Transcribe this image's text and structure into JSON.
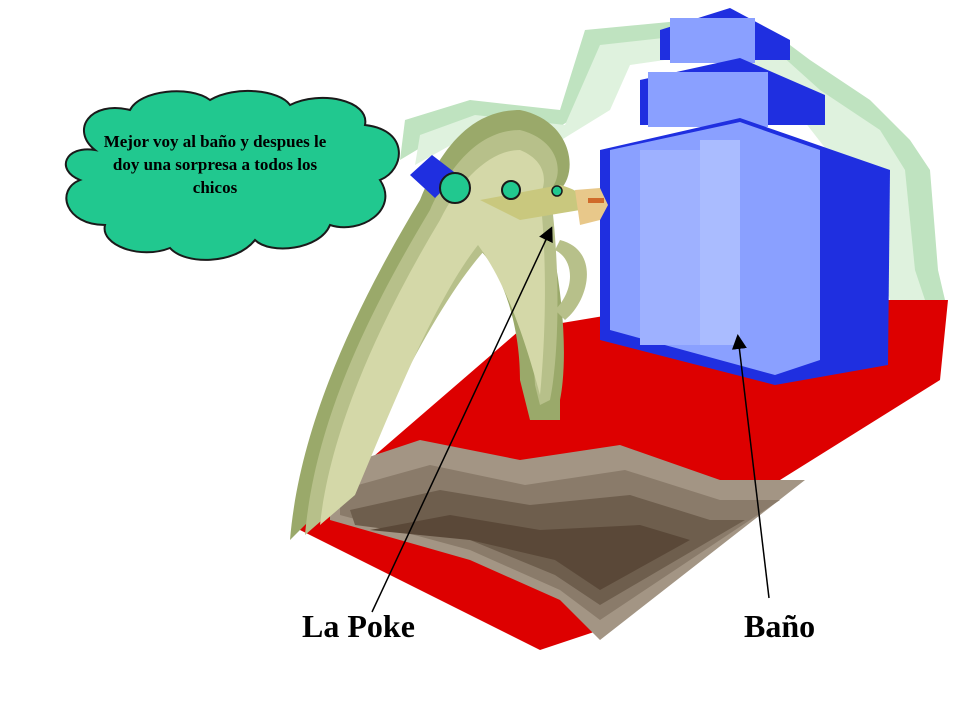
{
  "speech_bubble": {
    "text": "Mejor voy al baño y despues le doy una sorpresa a todos los chicos",
    "fill_color": "#21c88f"
  },
  "labels": {
    "character": "La Poke",
    "bathroom": "Baño"
  },
  "colors": {
    "floor": "#dd0000",
    "building_blue": "#1f2fe0",
    "building_light": "#8aa0ff",
    "character_green": "#b7c08a",
    "earth_dark": "#5a4838"
  }
}
